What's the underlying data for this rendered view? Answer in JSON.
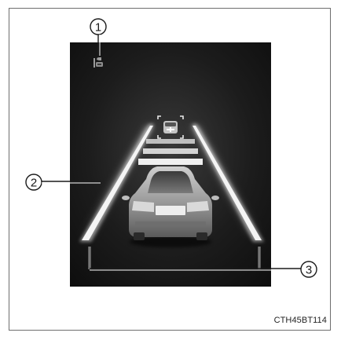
{
  "callouts": [
    {
      "id": "1",
      "label": "1"
    },
    {
      "id": "2",
      "label": "2"
    },
    {
      "id": "3",
      "label": "3"
    }
  ],
  "figure_code": "CTH45BT114",
  "colors": {
    "display_bg": "#141414",
    "lane_line": "#f2f2f2",
    "callout_line": "#1a1a1a"
  },
  "icons": {
    "status_icon": "radar-cruise-icon",
    "lead_vehicle": "lead-vehicle-icon",
    "own_vehicle": "own-vehicle-icon"
  }
}
